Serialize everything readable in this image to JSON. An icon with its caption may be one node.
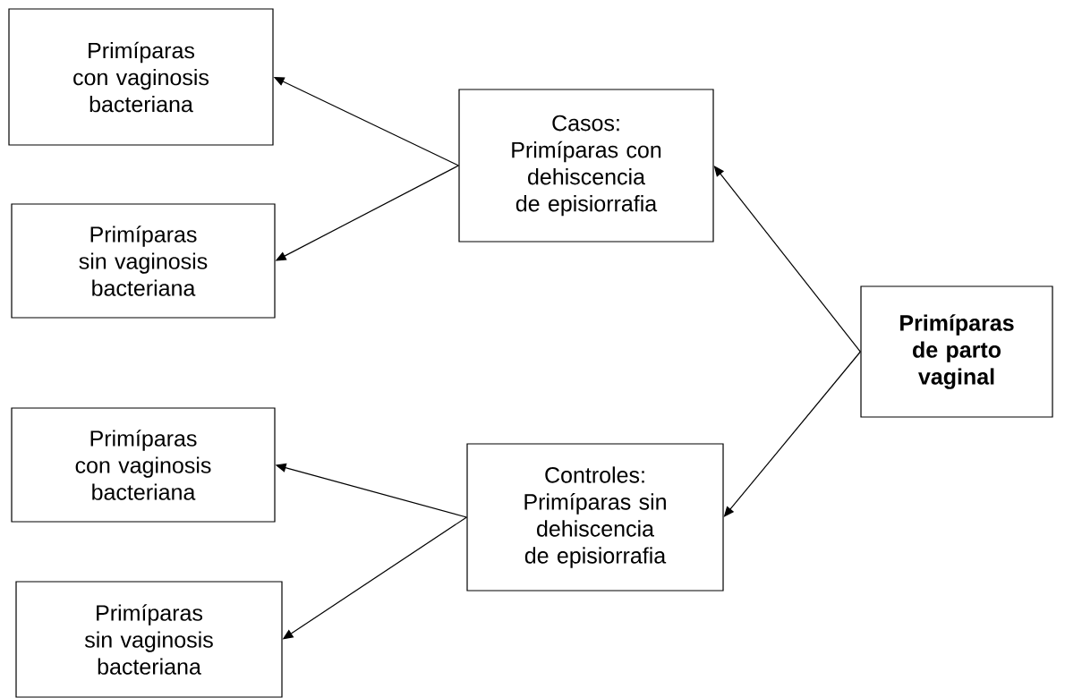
{
  "diagram": {
    "nodes": [
      {
        "text": [
          "Primíparas de parto vaginal"
        ]
      },
      {
        "text": [
          "Casos:",
          "Primíparas con dehiscencia de episiorrafia"
        ]
      },
      {
        "text": [
          "Controles:",
          "Primíparas sin dehiscencia de episiorrafia"
        ]
      },
      {
        "text": [
          "Primíparas con vaginosis bacteriana"
        ]
      },
      {
        "text": [
          "Primíparas sin vaginosis bacteriana"
        ]
      },
      {
        "text": [
          "Primíparas con vaginosis bacteriana"
        ]
      },
      {
        "text": [
          "Primíparas sin vaginosis bacteriana"
        ]
      }
    ],
    "edges": [
      {
        "from": 0,
        "to": 1,
        "arrow": "to"
      },
      {
        "from": 0,
        "to": 2,
        "arrow": "to"
      },
      {
        "from": 1,
        "to": 3,
        "arrow": "to"
      },
      {
        "from": 1,
        "to": 4,
        "arrow": "to"
      },
      {
        "from": 2,
        "to": 5,
        "arrow": "to"
      },
      {
        "from": 2,
        "to": 6,
        "arrow": "to"
      }
    ]
  }
}
